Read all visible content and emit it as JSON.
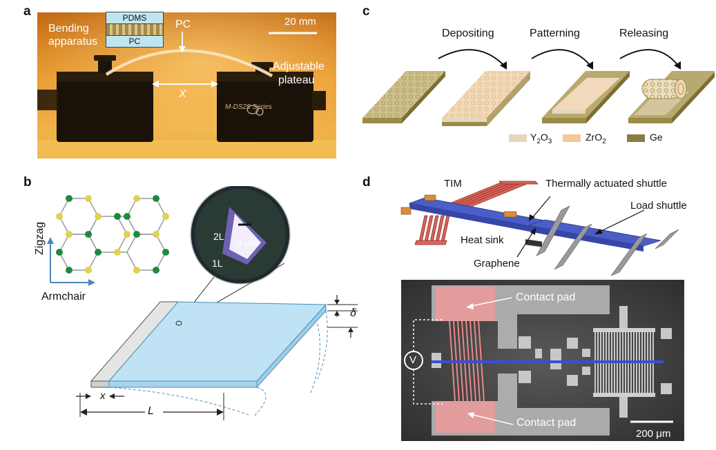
{
  "panels": {
    "a": {
      "letter": "a",
      "layer_top": "PDMS",
      "layer_bottom": "PC",
      "label_bending_1": "Bending",
      "label_bending_2": "apparatus",
      "label_pc": "PC",
      "scale_bar": "20 mm",
      "label_adjustable_1": "Adjustable",
      "label_adjustable_2": "plateau",
      "label_x": "X",
      "device_brand": "M-DS25 Series"
    },
    "b": {
      "letter": "b",
      "axis_zigzag": "Zigzag",
      "axis_armchair": "Armchair",
      "inset_2l": "2L",
      "inset_1l": "1L",
      "inset_scale": "5 μm",
      "dim_x": "x",
      "dim_L": "L",
      "dim_delta": "δ"
    },
    "c": {
      "letter": "c",
      "step1": "Depositing",
      "step2": "Patterning",
      "step3": "Releasing",
      "legend": [
        {
          "label": "Y2O3",
          "main": "Y",
          "sub1": "2",
          "mid": "O",
          "sub2": "3",
          "color": "#e3d7bd"
        },
        {
          "label": "ZrO2",
          "main": "ZrO",
          "sub1": "2",
          "color": "#f2c79a"
        },
        {
          "label": "Ge",
          "main": "Ge",
          "color": "#8a7a45"
        }
      ]
    },
    "d": {
      "letter": "d",
      "label_tim": "TIM",
      "label_thermal_shuttle": "Thermally actuated shuttle",
      "label_load_shuttle": "Load shuttle",
      "label_heat_sink": "Heat sink",
      "label_graphene": "Graphene",
      "label_contact_pad_top": "Contact pad",
      "label_contact_pad_bottom": "Contact pad",
      "label_voltage": "V",
      "scale_bar": "200 μm"
    }
  }
}
